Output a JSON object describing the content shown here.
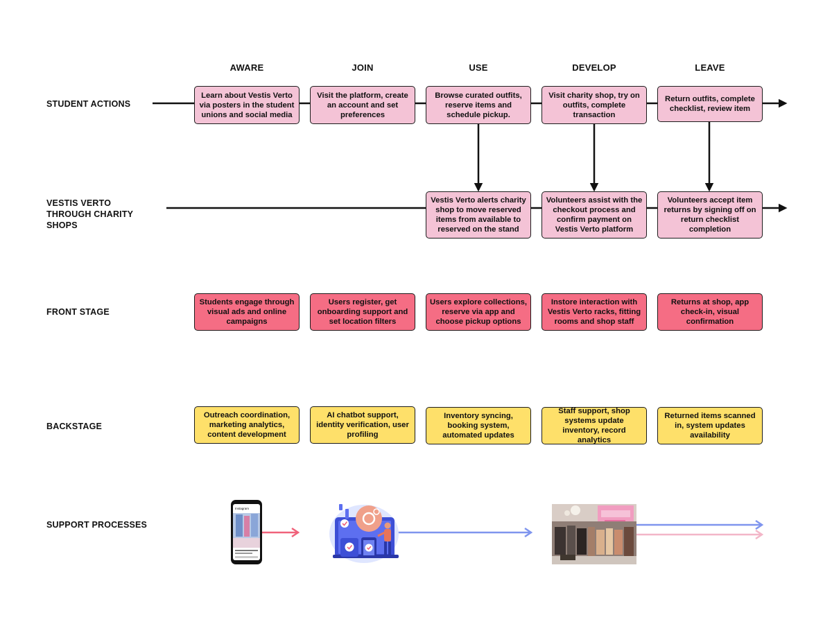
{
  "stages": [
    "AWARE",
    "JOIN",
    "USE",
    "DEVELOP",
    "LEAVE"
  ],
  "rows": {
    "student_actions": {
      "label": "STUDENT ACTIONS",
      "cells": [
        "Learn about Vestis Verto via posters in the student unions and social media",
        "Visit the platform, create an account and set preferences",
        "Browse curated outfits, reserve items and schedule pickup.",
        "Visit charity shop, try on outfits, complete transaction",
        "Return outfits, complete checklist, review item"
      ]
    },
    "charity_shops": {
      "label": "VESTIS VERTO THROUGH CHARITY SHOPS",
      "cells": [
        "Vestis Verto alerts charity shop to move reserved items from available to reserved on the stand",
        "Volunteers assist with the checkout process and confirm payment on Vestis Verto platform",
        "Volunteers accept item returns by signing off on return checklist completion"
      ]
    },
    "front_stage": {
      "label": "FRONT STAGE",
      "cells": [
        "Students engage through visual ads and online campaigns",
        "Users register, get onboarding support and set location filters",
        "Users explore collections, reserve via app and choose pickup options",
        "Instore interaction with Vestis Verto racks, fitting rooms and shop staff",
        "Returns at shop, app check-in, visual confirmation"
      ]
    },
    "backstage": {
      "label": "BACKSTAGE",
      "cells": [
        "Outreach coordination, marketing analytics, content development",
        "AI chatbot support, identity verification, user profiling",
        "Inventory syncing, booking system, automated updates",
        "Staff support, shop systems update inventory, record analytics",
        "Returned items scanned in, system updates availability"
      ]
    },
    "support_processes": {
      "label": "SUPPORT PROCESSES",
      "phone_header": "Instagram"
    }
  },
  "colors": {
    "pink_box": "#f4c3d6",
    "red_box": "#f56d84",
    "yellow_box": "#fee06a",
    "red_arrow": "#f0627a",
    "blue_arrow": "#7f95ee",
    "light_pink_arrow": "#f3b6c8"
  },
  "icons": [
    "instagram-phone-icon",
    "devices-checkmark-illustration-icon",
    "charity-shop-photo-icon"
  ]
}
